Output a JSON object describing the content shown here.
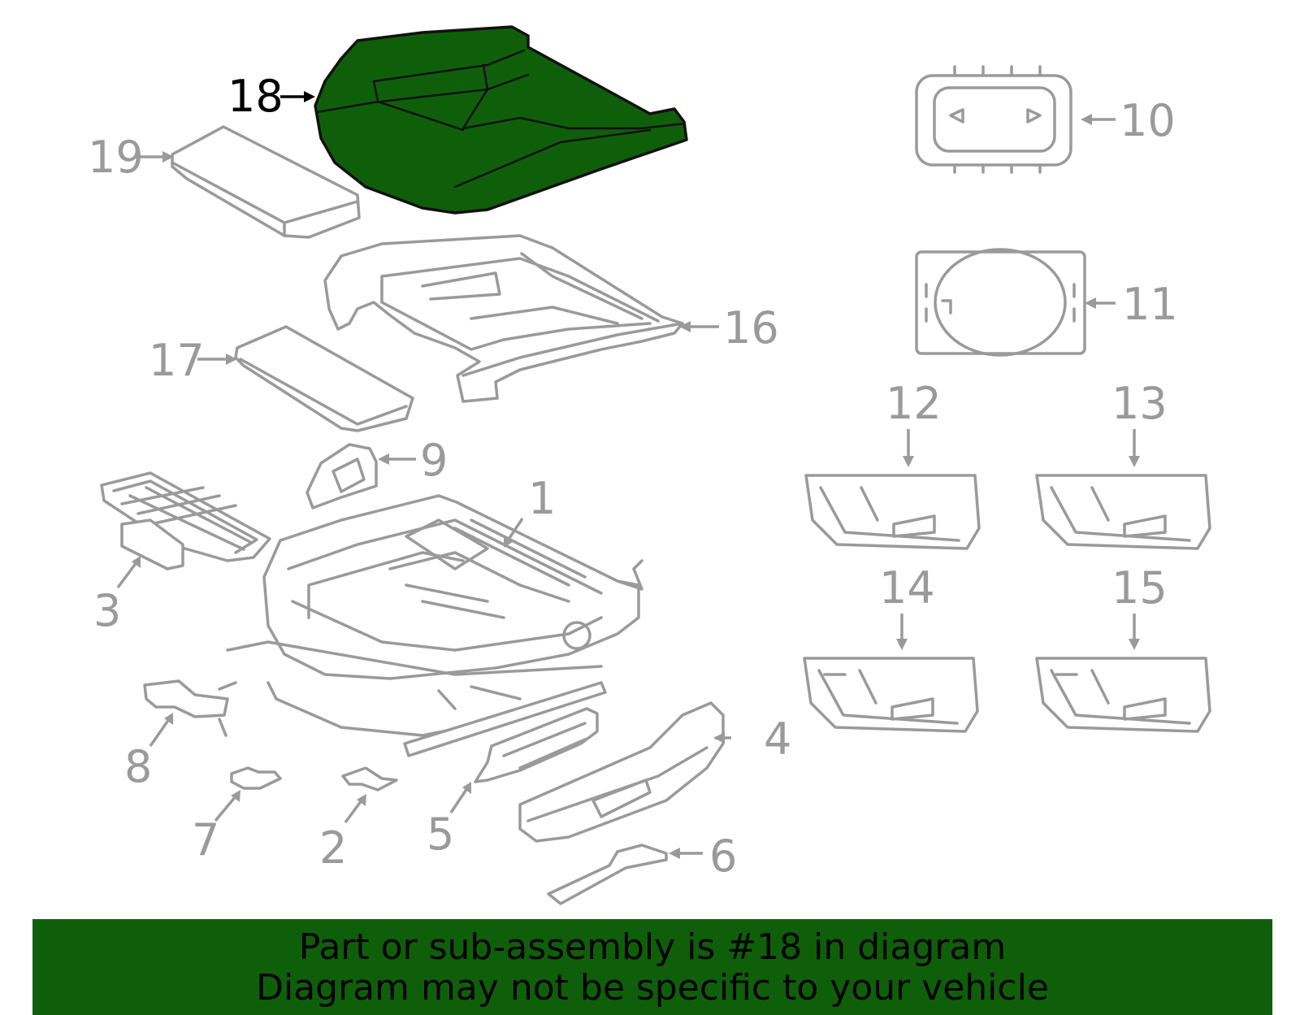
{
  "callouts": {
    "c1": "1",
    "c2": "2",
    "c3": "3",
    "c4": "4",
    "c5": "5",
    "c6": "6",
    "c7": "7",
    "c8": "8",
    "c9": "9",
    "c10": "10",
    "c11": "11",
    "c12": "12",
    "c13": "13",
    "c14": "14",
    "c15": "15",
    "c16": "16",
    "c17": "17",
    "c18": "18",
    "c19": "19"
  },
  "highlighted_part": "18",
  "colors": {
    "highlight": "#0f5f0a",
    "parts": "#9a9a9a",
    "banner": "#0f5f0a"
  },
  "banner": {
    "line1": "Part or sub-assembly is #18 in diagram",
    "line2": "Diagram may not be specific to your vehicle"
  }
}
